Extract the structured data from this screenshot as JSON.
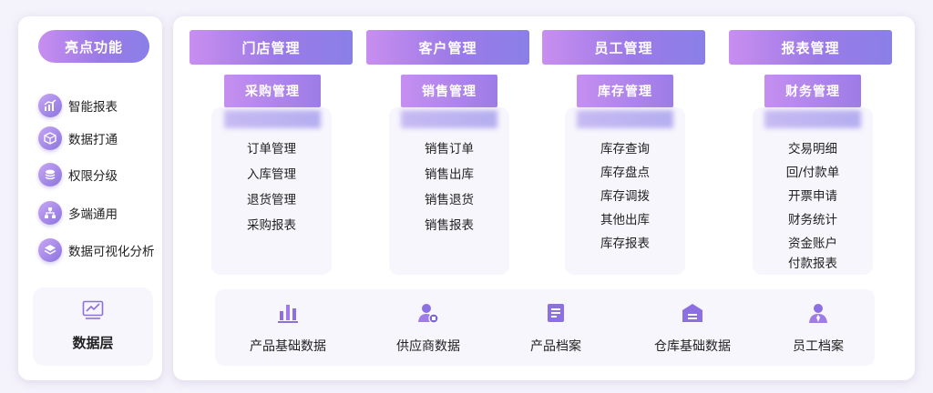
{
  "highlights": {
    "title": "亮点功能",
    "items": [
      {
        "label": "智能报表",
        "icon": "chart-up-icon"
      },
      {
        "label": "数据打通",
        "icon": "cube-icon"
      },
      {
        "label": "权限分级",
        "icon": "layers-icon"
      },
      {
        "label": "多端通用",
        "icon": "org-tree-icon"
      },
      {
        "label": "数据可视化分析",
        "icon": "stack-icon"
      }
    ]
  },
  "data_layer": {
    "label": "数据层",
    "icon": "trend-chart-icon"
  },
  "categories": [
    "门店管理",
    "客户管理",
    "员工管理",
    "报表管理"
  ],
  "modules": [
    {
      "title": "采购管理",
      "items": [
        "订单管理",
        "入库管理",
        "退货管理",
        "采购报表"
      ]
    },
    {
      "title": "销售管理",
      "items": [
        "销售订单",
        "销售出库",
        "销售退货",
        "销售报表"
      ]
    },
    {
      "title": "库存管理",
      "items": [
        "库存查询",
        "库存盘点",
        "库存调拨",
        "其他出库",
        "库存报表"
      ]
    },
    {
      "title": "财务管理",
      "items": [
        "交易明细",
        "回/付款单",
        "开票申请",
        "财务统计",
        "资金账户",
        "付款报表"
      ]
    }
  ],
  "data_items": [
    {
      "label": "产品基础数据",
      "icon": "bar-chart-icon"
    },
    {
      "label": "供应商数据",
      "icon": "supplier-icon"
    },
    {
      "label": "产品档案",
      "icon": "document-icon"
    },
    {
      "label": "仓库基础数据",
      "icon": "warehouse-icon"
    },
    {
      "label": "员工档案",
      "icon": "employee-icon"
    }
  ],
  "colors": {
    "accent": "#9b7ae6",
    "accent_light": "#c88ef0",
    "card_bg": "#f7f6fc"
  }
}
